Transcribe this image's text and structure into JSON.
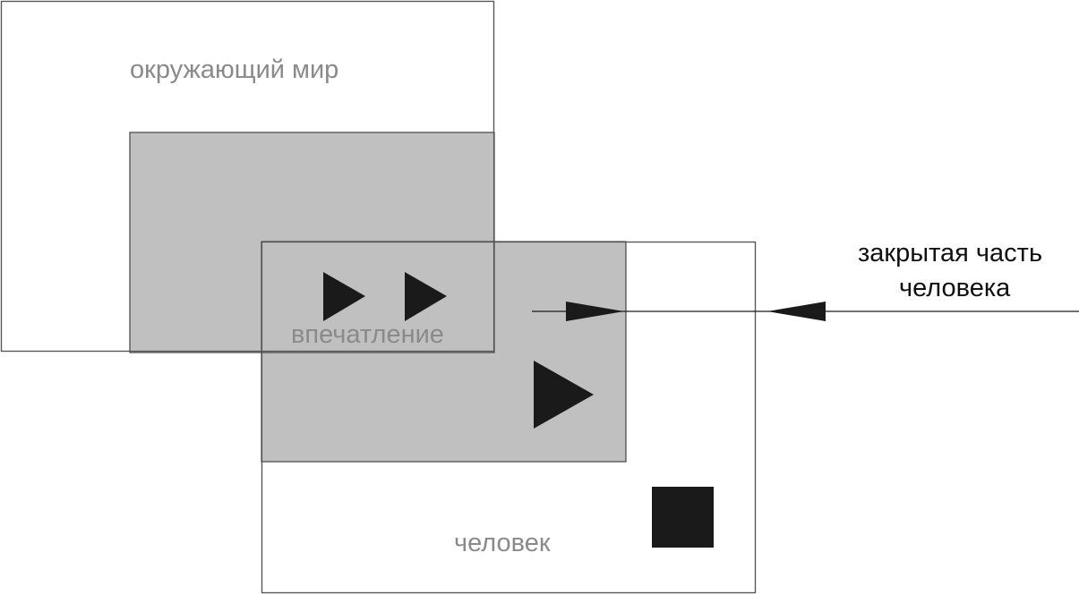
{
  "labels": {
    "world": "окружающий мир",
    "impression": "впечатление",
    "human": "человек",
    "closed_part_line1": "закрытая часть",
    "closed_part_line2": "человека"
  },
  "colors": {
    "background": "#ffffff",
    "shaded_region": "#c0c0c0",
    "box_outline": "#555555",
    "label_gray": "#8a8a8a",
    "mark": "#1a1a1a",
    "callout_text": "#111111"
  },
  "icons": {
    "small_triangles": "play-triangle-icon",
    "large_triangle": "play-triangle-icon",
    "square": "black-square-icon",
    "arrowheads": "arrowhead-icon"
  }
}
